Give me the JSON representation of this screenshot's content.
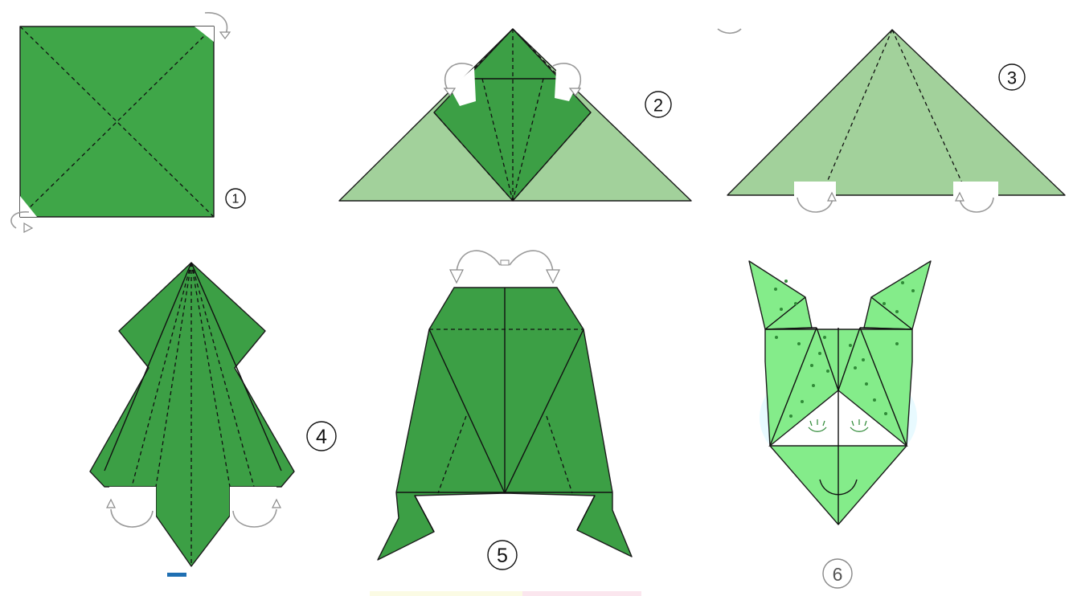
{
  "steps": [
    {
      "number": "1"
    },
    {
      "number": "2"
    },
    {
      "number": "3"
    },
    {
      "number": "4"
    },
    {
      "number": "5"
    },
    {
      "number": "6"
    }
  ],
  "colors": {
    "paper_dark": "#3fa648",
    "paper_light": "#a2d19b",
    "paper_pale": "#84ec8a",
    "fold_line": "#111111",
    "arrow": "#9a9a9a"
  }
}
